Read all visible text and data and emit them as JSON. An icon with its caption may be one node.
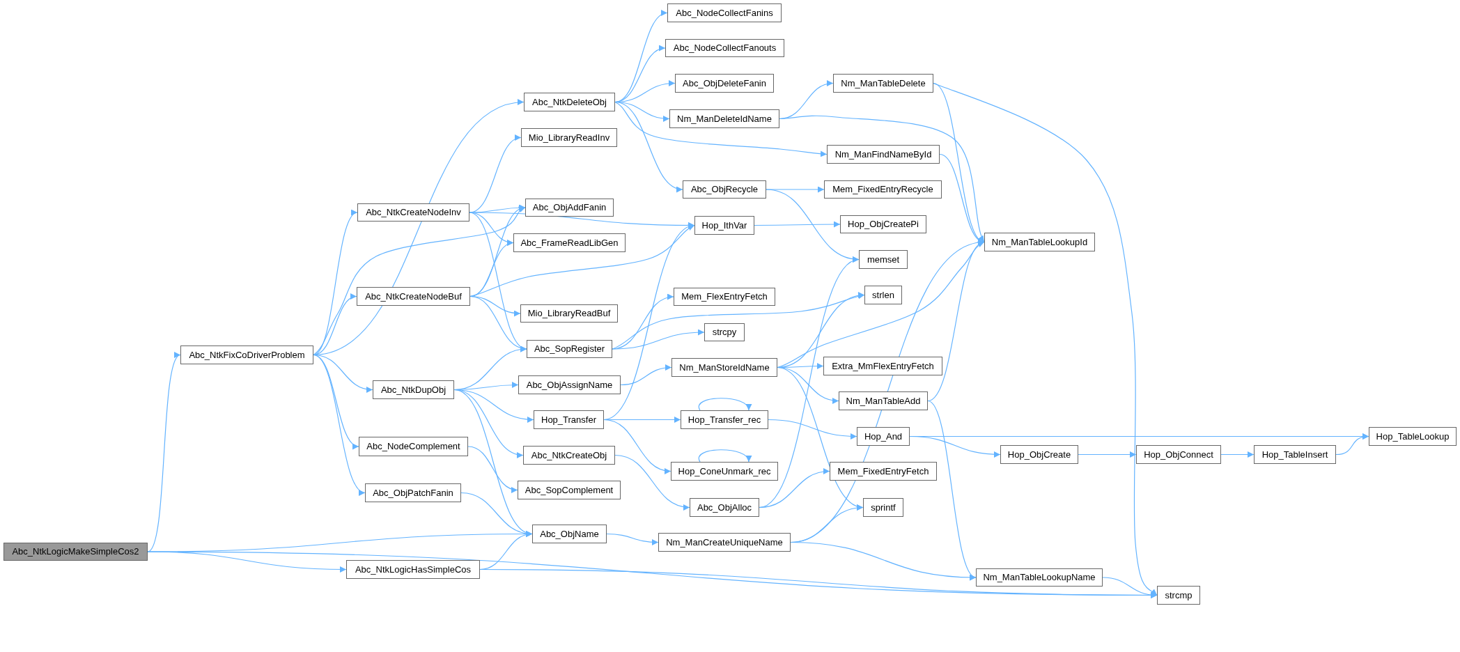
{
  "diagram": {
    "nodes": [
      {
        "text": [
          "Abc_NtkLogicMakeSimpleCos2"
        ]
      },
      {
        "text": [
          "Abc_NtkFixCoDriverProblem"
        ]
      },
      {
        "text": [
          "Abc_NtkDeleteObj"
        ]
      },
      {
        "text": [
          "Abc_NodeCollectFanins"
        ]
      },
      {
        "text": [
          "Abc_NodeCollectFanouts"
        ]
      },
      {
        "text": [
          "Abc_ObjDeleteFanin"
        ]
      },
      {
        "text": [
          "Nm_ManDeleteIdName"
        ]
      },
      {
        "text": [
          "Nm_ManTableDelete"
        ]
      },
      {
        "text": [
          "Nm_ManFindNameById"
        ]
      },
      {
        "text": [
          "Mio_LibraryReadInv"
        ]
      },
      {
        "text": [
          "Abc_NtkCreateNodeInv"
        ]
      },
      {
        "text": [
          "Abc_ObjRecycle"
        ]
      },
      {
        "text": [
          "Mem_FixedEntryRecycle"
        ]
      },
      {
        "text": [
          "Abc_ObjAddFanin"
        ]
      },
      {
        "text": [
          "Hop_IthVar"
        ]
      },
      {
        "text": [
          "Hop_ObjCreatePi"
        ]
      },
      {
        "text": [
          "Abc_FrameReadLibGen"
        ]
      },
      {
        "text": [
          "Nm_ManTableLookupId"
        ]
      },
      {
        "text": [
          "memset"
        ]
      },
      {
        "text": [
          "Abc_NtkCreateNodeBuf"
        ]
      },
      {
        "text": [
          "strlen"
        ]
      },
      {
        "text": [
          "Mem_FlexEntryFetch"
        ]
      },
      {
        "text": [
          "Mio_LibraryReadBuf"
        ]
      },
      {
        "text": [
          "strcpy"
        ]
      },
      {
        "text": [
          "Abc_SopRegister"
        ]
      },
      {
        "text": [
          "Nm_ManStoreIdName"
        ]
      },
      {
        "text": [
          "Extra_MmFlexEntryFetch"
        ]
      },
      {
        "text": [
          "Abc_NtkDupObj"
        ]
      },
      {
        "text": [
          "Abc_ObjAssignName"
        ]
      },
      {
        "text": [
          "Nm_ManTableAdd"
        ]
      },
      {
        "text": [
          "Hop_Transfer"
        ]
      },
      {
        "text": [
          "Hop_Transfer_rec"
        ]
      },
      {
        "text": [
          "Hop_And"
        ]
      },
      {
        "text": [
          "Hop_TableLookup"
        ]
      },
      {
        "text": [
          "Hop_ObjCreate"
        ]
      },
      {
        "text": [
          "Hop_ObjConnect"
        ]
      },
      {
        "text": [
          "Hop_TableInsert"
        ]
      },
      {
        "text": [
          "Abc_NodeComplement"
        ]
      },
      {
        "text": [
          "Abc_NtkCreateObj"
        ]
      },
      {
        "text": [
          "Hop_ConeUnmark_rec"
        ]
      },
      {
        "text": [
          "Mem_FixedEntryFetch"
        ]
      },
      {
        "text": [
          "Abc_SopComplement"
        ]
      },
      {
        "text": [
          "Abc_ObjPatchFanin"
        ]
      },
      {
        "text": [
          "Abc_ObjAlloc"
        ]
      },
      {
        "text": [
          "sprintf"
        ]
      },
      {
        "text": [
          "Abc_ObjName"
        ]
      },
      {
        "text": [
          "Nm_ManCreateUniqueName"
        ]
      },
      {
        "text": [
          "Abc_NtkLogicHasSimpleCos"
        ]
      },
      {
        "text": [
          "Nm_ManTableLookupName"
        ]
      },
      {
        "text": [
          "strcmp"
        ]
      }
    ],
    "edges": [
      {
        "from": 0,
        "to": 1,
        "arrow": "to"
      },
      {
        "from": 0,
        "to": 45,
        "arrow": "to"
      },
      {
        "from": 0,
        "to": 47,
        "arrow": "to"
      },
      {
        "from": 0,
        "to": 49,
        "arrow": "to"
      },
      {
        "from": 1,
        "to": 2,
        "arrow": "to"
      },
      {
        "from": 1,
        "to": 10,
        "arrow": "to"
      },
      {
        "from": 1,
        "to": 13,
        "arrow": "to"
      },
      {
        "from": 1,
        "to": 19,
        "arrow": "to"
      },
      {
        "from": 1,
        "to": 27,
        "arrow": "to"
      },
      {
        "from": 1,
        "to": 37,
        "arrow": "to"
      },
      {
        "from": 1,
        "to": 42,
        "arrow": "to"
      },
      {
        "from": 2,
        "to": 3,
        "arrow": "to"
      },
      {
        "from": 2,
        "to": 4,
        "arrow": "to"
      },
      {
        "from": 2,
        "to": 5,
        "arrow": "to"
      },
      {
        "from": 2,
        "to": 6,
        "arrow": "to"
      },
      {
        "from": 2,
        "to": 8,
        "arrow": "to"
      },
      {
        "from": 2,
        "to": 11,
        "arrow": "to"
      },
      {
        "from": 6,
        "to": 7,
        "arrow": "to"
      },
      {
        "from": 6,
        "to": 17,
        "arrow": "to"
      },
      {
        "from": 7,
        "to": 17,
        "arrow": "to"
      },
      {
        "from": 7,
        "to": 49,
        "arrow": "to"
      },
      {
        "from": 8,
        "to": 17,
        "arrow": "to"
      },
      {
        "from": 10,
        "to": 9,
        "arrow": "to"
      },
      {
        "from": 10,
        "to": 13,
        "arrow": "to"
      },
      {
        "from": 10,
        "to": 16,
        "arrow": "to"
      },
      {
        "from": 10,
        "to": 14,
        "arrow": "to"
      },
      {
        "from": 10,
        "to": 24,
        "arrow": "to"
      },
      {
        "from": 11,
        "to": 12,
        "arrow": "to"
      },
      {
        "from": 11,
        "to": 18,
        "arrow": "to"
      },
      {
        "from": 14,
        "to": 15,
        "arrow": "to"
      },
      {
        "from": 19,
        "to": 13,
        "arrow": "to"
      },
      {
        "from": 19,
        "to": 16,
        "arrow": "to"
      },
      {
        "from": 19,
        "to": 14,
        "arrow": "to"
      },
      {
        "from": 19,
        "to": 22,
        "arrow": "to"
      },
      {
        "from": 19,
        "to": 24,
        "arrow": "to"
      },
      {
        "from": 24,
        "to": 21,
        "arrow": "to"
      },
      {
        "from": 24,
        "to": 23,
        "arrow": "to"
      },
      {
        "from": 24,
        "to": 20,
        "arrow": "to"
      },
      {
        "from": 27,
        "to": 24,
        "arrow": "to"
      },
      {
        "from": 27,
        "to": 28,
        "arrow": "to"
      },
      {
        "from": 27,
        "to": 30,
        "arrow": "to"
      },
      {
        "from": 27,
        "to": 38,
        "arrow": "to"
      },
      {
        "from": 27,
        "to": 45,
        "arrow": "to"
      },
      {
        "from": 28,
        "to": 25,
        "arrow": "to"
      },
      {
        "from": 25,
        "to": 20,
        "arrow": "to"
      },
      {
        "from": 25,
        "to": 17,
        "arrow": "to"
      },
      {
        "from": 25,
        "to": 26,
        "arrow": "to"
      },
      {
        "from": 25,
        "to": 29,
        "arrow": "to"
      },
      {
        "from": 25,
        "to": 44,
        "arrow": "to"
      },
      {
        "from": 29,
        "to": 17,
        "arrow": "to"
      },
      {
        "from": 29,
        "to": 48,
        "arrow": "to"
      },
      {
        "from": 30,
        "to": 14,
        "arrow": "to"
      },
      {
        "from": 30,
        "to": 31,
        "arrow": "to"
      },
      {
        "from": 30,
        "to": 39,
        "arrow": "to"
      },
      {
        "from": 31,
        "to": 31,
        "arrow": "to"
      },
      {
        "from": 31,
        "to": 32,
        "arrow": "to"
      },
      {
        "from": 39,
        "to": 39,
        "arrow": "to"
      },
      {
        "from": 32,
        "to": 33,
        "arrow": "to"
      },
      {
        "from": 32,
        "to": 34,
        "arrow": "to"
      },
      {
        "from": 34,
        "to": 35,
        "arrow": "to"
      },
      {
        "from": 35,
        "to": 36,
        "arrow": "to"
      },
      {
        "from": 36,
        "to": 33,
        "arrow": "to"
      },
      {
        "from": 37,
        "to": 41,
        "arrow": "to"
      },
      {
        "from": 38,
        "to": 43,
        "arrow": "to"
      },
      {
        "from": 43,
        "to": 18,
        "arrow": "to"
      },
      {
        "from": 43,
        "to": 40,
        "arrow": "to"
      },
      {
        "from": 42,
        "to": 45,
        "arrow": "to"
      },
      {
        "from": 45,
        "to": 46,
        "arrow": "to"
      },
      {
        "from": 46,
        "to": 44,
        "arrow": "to"
      },
      {
        "from": 46,
        "to": 17,
        "arrow": "to"
      },
      {
        "from": 46,
        "to": 48,
        "arrow": "to"
      },
      {
        "from": 47,
        "to": 45,
        "arrow": "to"
      },
      {
        "from": 47,
        "to": 49,
        "arrow": "to"
      },
      {
        "from": 48,
        "to": 49,
        "arrow": "to"
      }
    ]
  }
}
